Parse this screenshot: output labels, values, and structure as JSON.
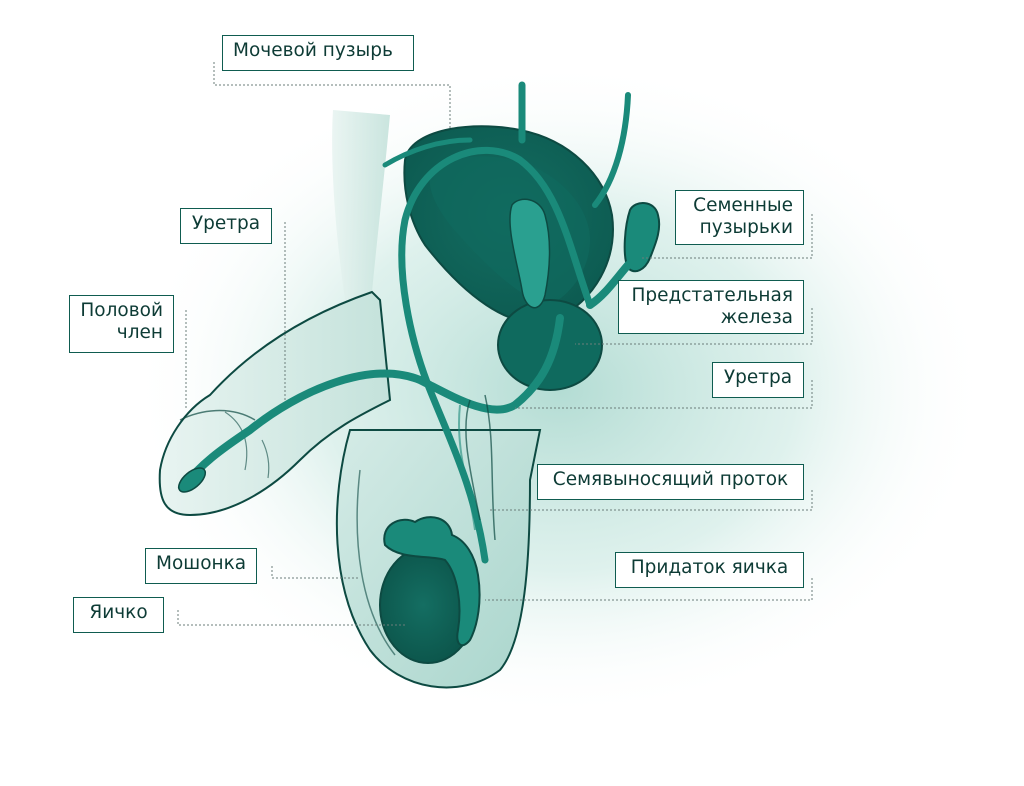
{
  "labels": {
    "bladder": "Мочевой пузырь",
    "urethra_left": "Уретра",
    "penis": "Половой\nчлен",
    "seminal_vesicles": "Семенные\nпузырьки",
    "prostate": "Предстательная\nжелеза",
    "urethra_right": "Уретра",
    "vas_deferens": "Семявыносящий проток",
    "scrotum": "Мошонка",
    "epididymis": "Придаток яичка",
    "testis": "Яичко"
  },
  "colors": {
    "organ_dark": "#0f6a5e",
    "organ_mid": "#1a8a7a",
    "organ_light": "#2aa090",
    "outline": "#0d4a42",
    "skin_light": "#d9ece8",
    "skin_mid": "#b8dbd4",
    "glow": "#bfe3db",
    "leader": "#6b7d7a"
  }
}
